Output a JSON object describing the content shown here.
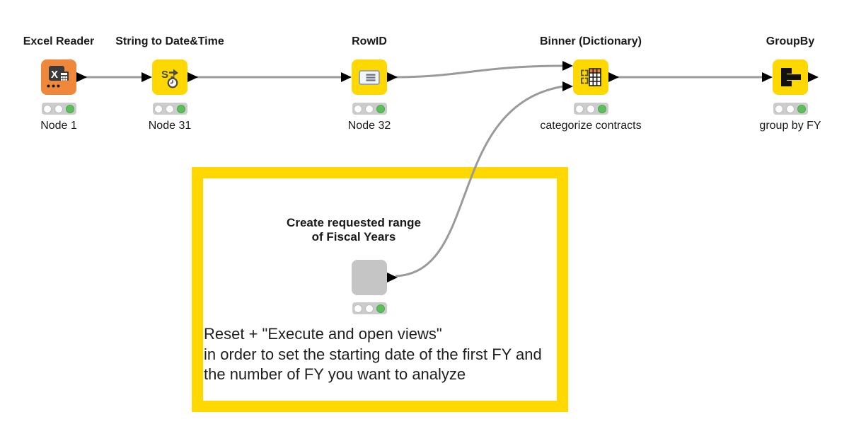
{
  "workflow": {
    "nodes": [
      {
        "title": "Excel Reader",
        "label": "Node 1",
        "icon": "excel-reader-icon",
        "status": "executed"
      },
      {
        "title": "String to Date&Time",
        "label": "Node 31",
        "icon": "string-to-datetime-icon",
        "status": "executed"
      },
      {
        "title": "RowID",
        "label": "Node 32",
        "icon": "rowid-icon",
        "status": "executed"
      },
      {
        "title": "Binner (Dictionary)",
        "label": "categorize contracts",
        "icon": "binner-dictionary-icon",
        "status": "executed"
      },
      {
        "title": "GroupBy",
        "label": "group by FY",
        "icon": "groupby-icon",
        "status": "executed"
      }
    ],
    "component": {
      "title_line1": "Create requested range",
      "title_line2": "of Fiscal Years",
      "icon": "blank-component-icon",
      "status": "executed"
    },
    "annotation": {
      "line1": "Reset + \"Execute and open views\"",
      "line2": "in order to set the starting date of the first FY and",
      "line3": "the number of FY you want to analyze"
    },
    "colors": {
      "node_yellow": "#FFD800",
      "node_orange": "#F0883C",
      "node_gray": "#C5C5C5",
      "annotation_border": "#FFD800",
      "wire_gray": "#9A9A9A",
      "status_green": "#5DBE5C",
      "binner_header_orange": "#E8822C"
    }
  }
}
